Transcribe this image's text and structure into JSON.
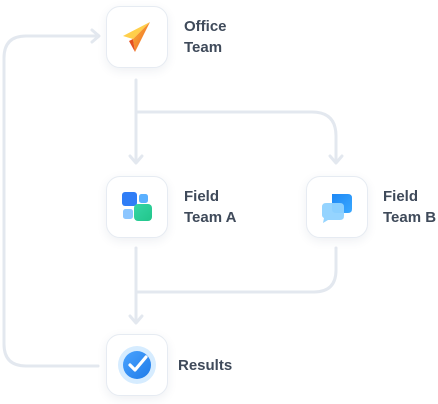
{
  "nodes": {
    "office": {
      "line1": "Office",
      "line2": "Team"
    },
    "field_a": {
      "line1": "Field",
      "line2": "Team A"
    },
    "field_b": {
      "line1": "Field",
      "line2": "Team B"
    },
    "results": {
      "line1": "Results"
    }
  },
  "colors": {
    "connector": "#e3e8ef",
    "label": "#3f4a5a",
    "office_icon": [
      "#f7b733",
      "#f25c2a"
    ],
    "field_a_icon": [
      "#2f7df6",
      "#35d6a6"
    ],
    "field_b_icon": [
      "#1e88f5",
      "#8fd2ff"
    ],
    "results_icon": [
      "#2d8cf0",
      "#bfe3ff"
    ]
  },
  "icons": {
    "office": "paper-plane-icon",
    "field_a": "grid-blocks-icon",
    "field_b": "chat-bubbles-icon",
    "results": "check-circle-icon"
  }
}
